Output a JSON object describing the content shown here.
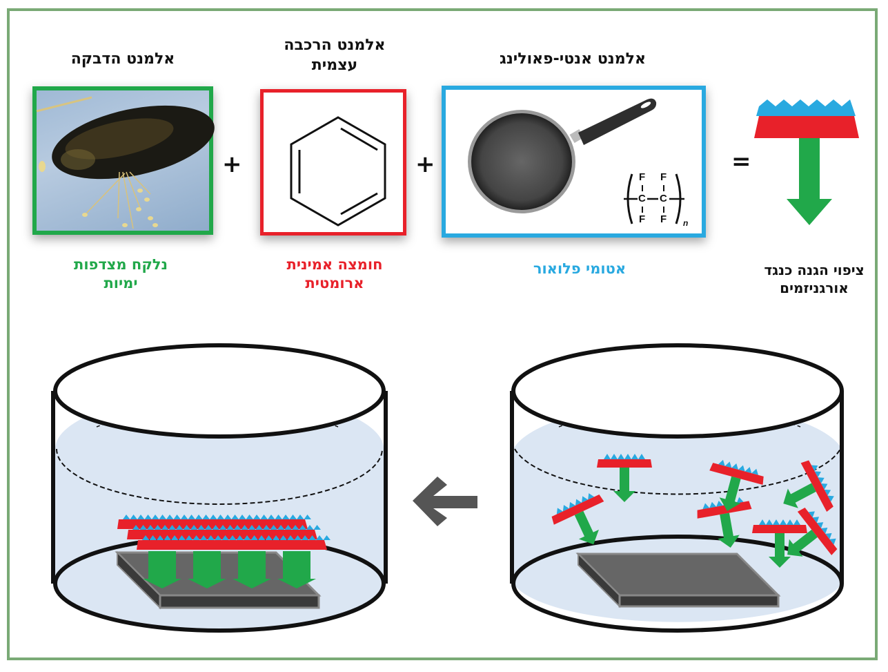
{
  "figure": {
    "frame_color": "#7aaa76",
    "components": [
      {
        "id": "adhesion",
        "title": "אלמנט הדבקה",
        "caption": "נלקח מצדפות ימיות",
        "color": "#21a84a",
        "image": "mussel-photo"
      },
      {
        "id": "self-assembly",
        "title": "אלמנט הרכבה עצמית",
        "caption": "חומצה אמינית ארומטית",
        "color": "#e8212a",
        "image": "benzene-ring"
      },
      {
        "id": "anti-fouling",
        "title": "אלמנט אנטי-פאולינג",
        "caption": "אטומי פלואור",
        "color": "#29a9e0",
        "image": "nonstick-pan",
        "formula": {
          "top_atoms": [
            "F",
            "F"
          ],
          "middle_atoms": [
            "C",
            "C"
          ],
          "bottom_atoms": [
            "F",
            "F"
          ],
          "subscript": "n"
        }
      }
    ],
    "operators": [
      "+",
      "+",
      "="
    ],
    "result": {
      "caption": "ציפוי הגנה כנגד אורגניזמים",
      "icon": "coating-molecule-icon"
    },
    "process": {
      "left_beaker": "assembled-coating-on-substrate",
      "right_beaker": "molecules-dispersed-in-solution",
      "arrow_direction": "left",
      "free_molecules_count": 7,
      "coating_layers_count": 3,
      "colors": {
        "liquid": "#dbe6f3",
        "substrate": "#666666",
        "arrow": "#555555",
        "anchor": "#21a84a",
        "backbone": "#e8212a",
        "fluorine": "#29a9e0"
      }
    }
  }
}
